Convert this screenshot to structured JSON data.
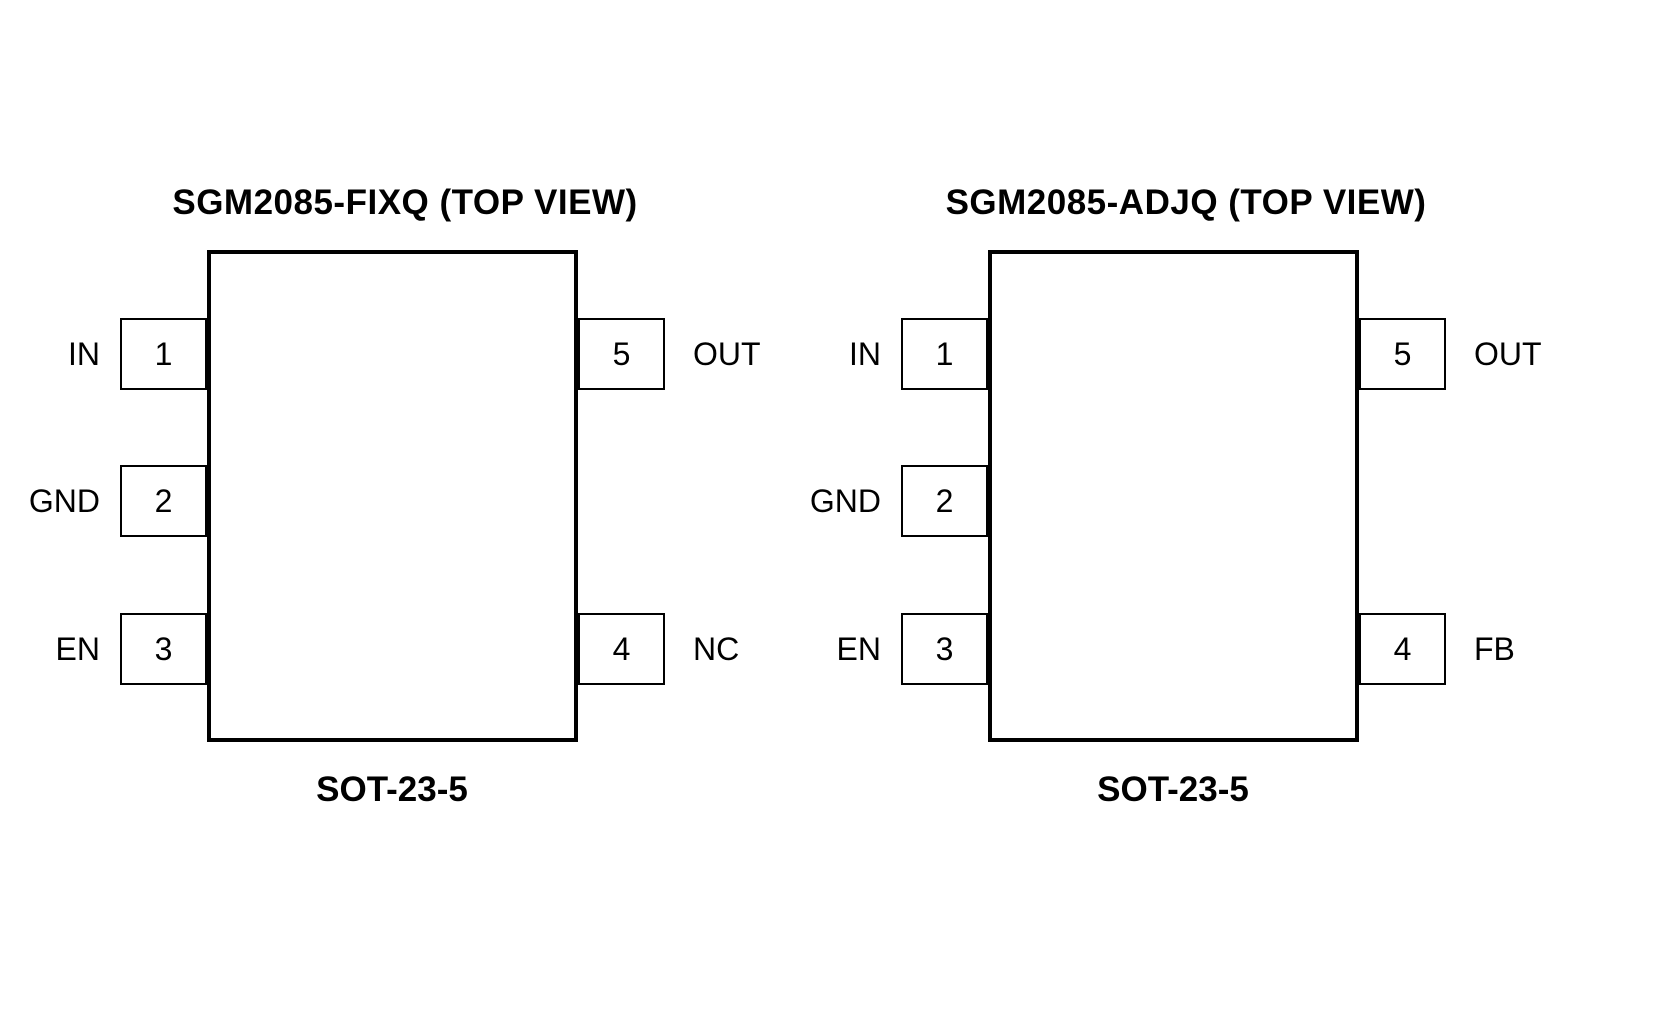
{
  "diagrams": [
    {
      "title": "SGM2085-FIXQ (TOP VIEW)",
      "package": "SOT-23-5",
      "left_pins": [
        {
          "label": "IN",
          "number": "1"
        },
        {
          "label": "GND",
          "number": "2"
        },
        {
          "label": "EN",
          "number": "3"
        }
      ],
      "right_pins": [
        {
          "label": "OUT",
          "number": "5"
        },
        {
          "label": "NC",
          "number": "4"
        }
      ]
    },
    {
      "title": "SGM2085-ADJQ (TOP VIEW)",
      "package": "SOT-23-5",
      "left_pins": [
        {
          "label": "IN",
          "number": "1"
        },
        {
          "label": "GND",
          "number": "2"
        },
        {
          "label": "EN",
          "number": "3"
        }
      ],
      "right_pins": [
        {
          "label": "OUT",
          "number": "5"
        },
        {
          "label": "FB",
          "number": "4"
        }
      ]
    }
  ]
}
